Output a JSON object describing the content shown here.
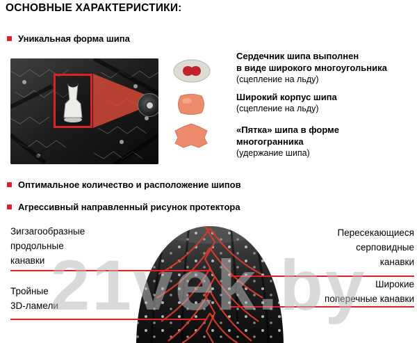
{
  "title": "ОСНОВНЫЕ ХАРАКТЕРИСТИКИ:",
  "features": [
    {
      "label": "Уникальная форма шипа"
    },
    {
      "label": "Оптимальное количество и расположение шипов"
    },
    {
      "label": "Агрессивный направленный рисунок протектора"
    }
  ],
  "stud_diagram": {
    "callouts": [
      {
        "line1": "Сердечник шипа выполнен",
        "line2": "в виде широкого многоугольника",
        "note": "(сцепление на льду)"
      },
      {
        "line1": "Широкий корпус шипа",
        "note": "(сцепление на льду)"
      },
      {
        "line1": "«Пятка» шипа в форме",
        "line2": "многогранника",
        "note": "(удержание шипа)"
      }
    ]
  },
  "tread_diagram": {
    "labels": {
      "left_top": {
        "line1": "Зигзагообразные",
        "line2": "продольные",
        "line3": "канавки"
      },
      "left_bottom": {
        "line1": "Тройные",
        "line2": "3D-ламели"
      },
      "right_top": {
        "line1": "Пересекающиеся",
        "line2": "серповидные",
        "line3": "канавки"
      },
      "right_bottom": {
        "line1": "Широкие",
        "line2": "поперечные канавки"
      }
    }
  },
  "watermark": "21vek.by",
  "colors": {
    "accent_red": "#e31e24",
    "stud_salmon": "#ec8a6c",
    "core_red": "#c1232b",
    "watermark_gray": "#bababa"
  },
  "icons": {
    "bullet": "red-square",
    "stud_core": "stud-top-polygon-core",
    "stud_body": "stud-wide-body",
    "stud_base": "stud-polyhedral-flange",
    "stud_highlight": "zoom-circle"
  }
}
